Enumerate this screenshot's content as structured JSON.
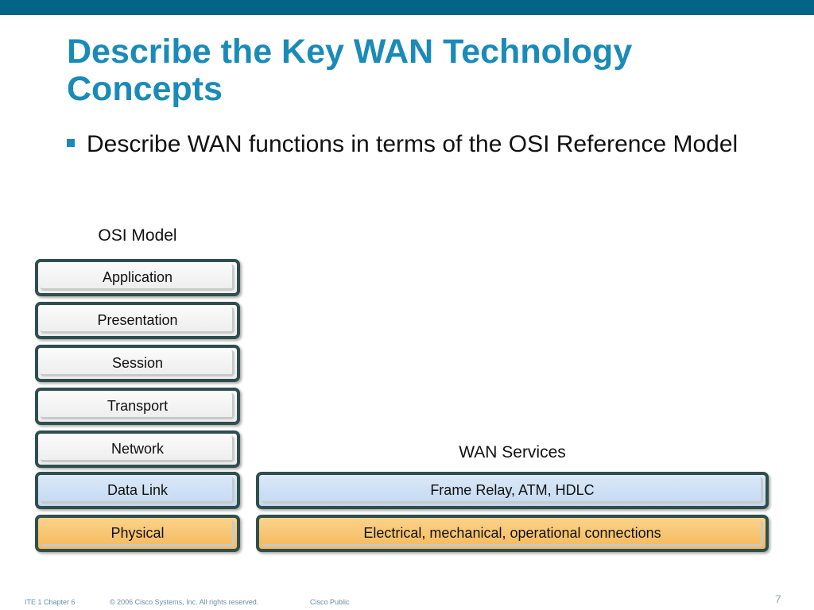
{
  "title": "Describe the Key WAN Technology Concepts",
  "bullets": [
    "Describe WAN functions in terms of the OSI Reference Model"
  ],
  "diagram": {
    "osi_heading": "OSI Model",
    "osi_layers": [
      "Application",
      "Presentation",
      "Session",
      "Transport",
      "Network",
      "Data Link",
      "Physical"
    ],
    "wan_heading": "WAN Services",
    "wan_services": [
      "Frame Relay, ATM, HDLC",
      "Electrical, mechanical, operational connections"
    ]
  },
  "footer": {
    "chapter": "ITE 1 Chapter 6",
    "copyright": "© 2006 Cisco Systems, Inc. All rights reserved.",
    "classification": "Cisco Public",
    "page_number": "7"
  },
  "colors": {
    "top_bar": "#006486",
    "title": "#1a8bb8",
    "box_border": "#2e4f4d",
    "layer_white": "#f2f2f2",
    "layer_blue": "#c9dcf3",
    "layer_orange": "#f7c46f"
  }
}
